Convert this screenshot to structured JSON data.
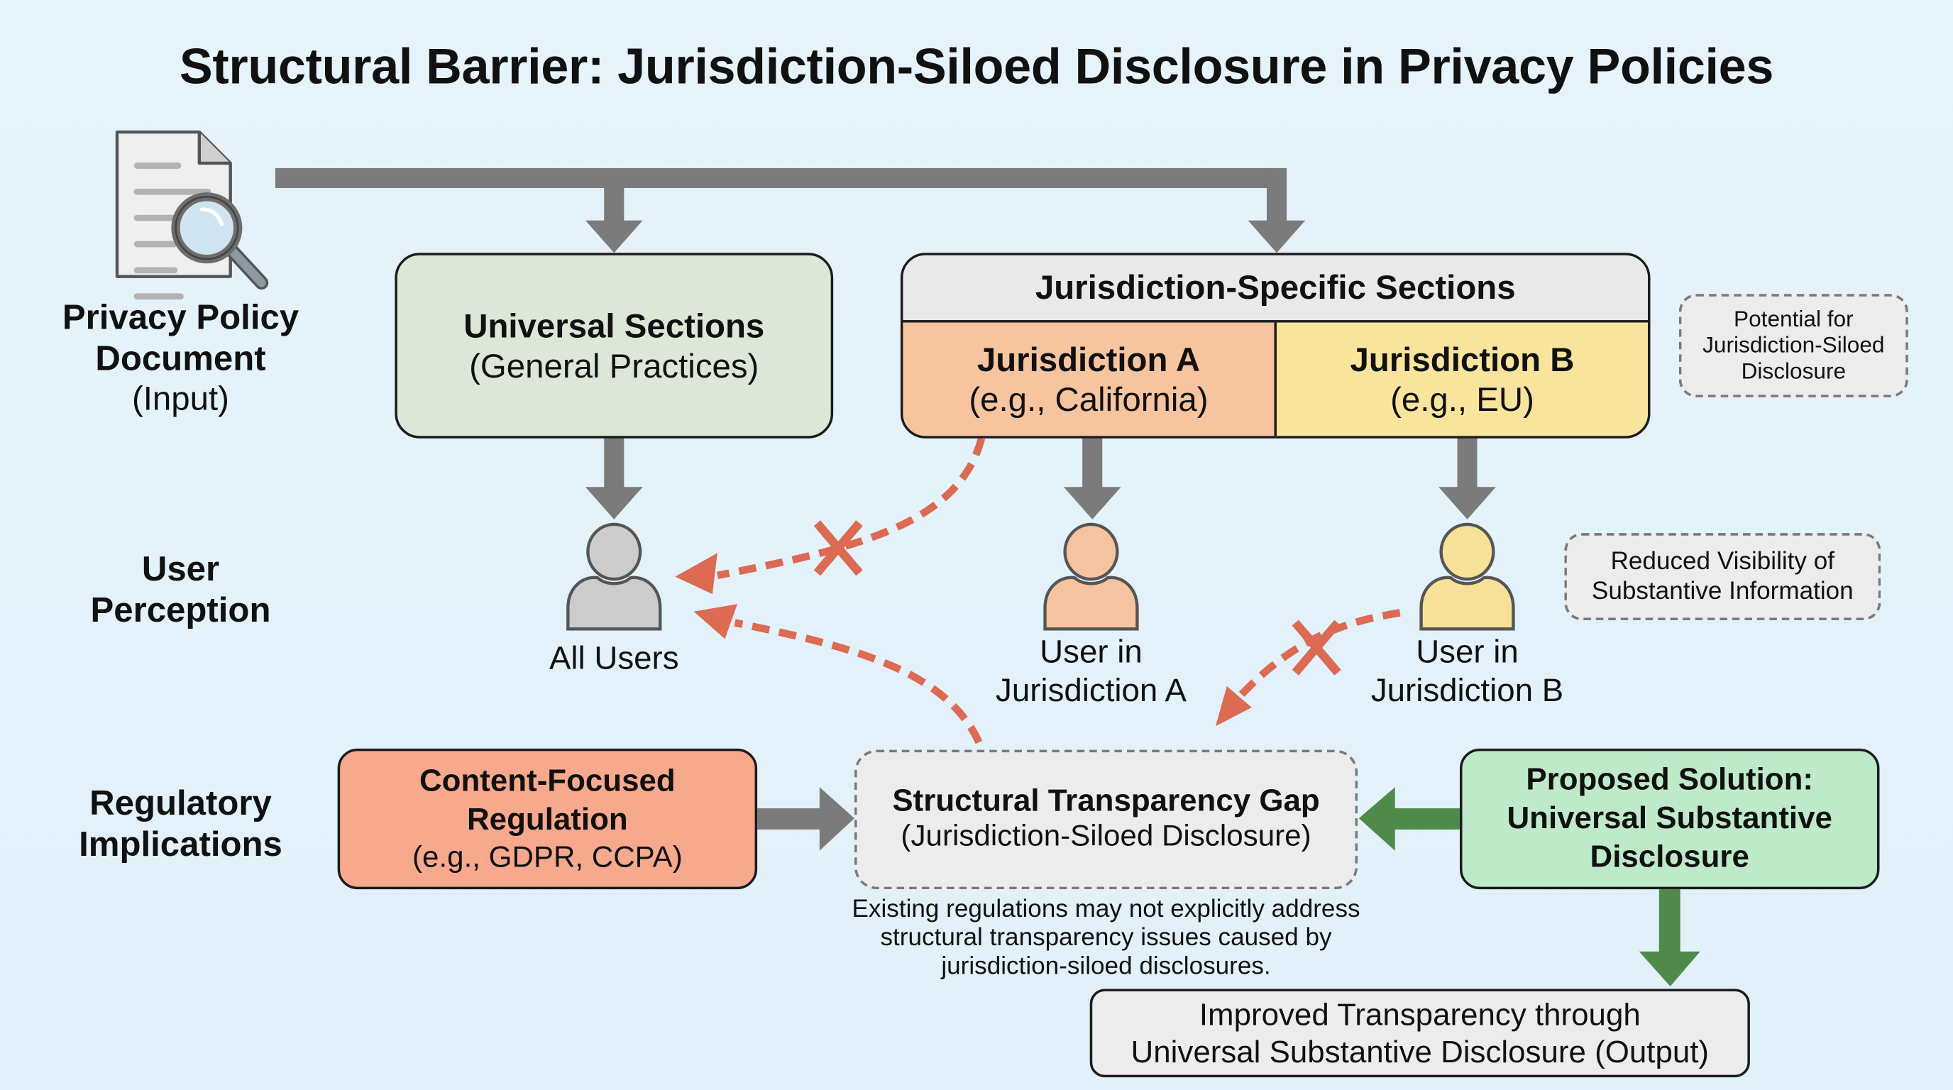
{
  "title": "Structural Barrier: Jurisdiction-Siloed Disclosure in Privacy Policies",
  "input": {
    "icon": "document-magnifier-icon",
    "label_line1": "Privacy Policy",
    "label_line2": "Document",
    "label_sub": "(Input)"
  },
  "row_labels": {
    "user_perception": [
      "User",
      "Perception"
    ],
    "regulatory_implications": [
      "Regulatory",
      "Implications"
    ]
  },
  "universal_sections": {
    "title": "Universal Sections",
    "subtitle": "(General Practices)"
  },
  "jurisdiction_sections": {
    "header": "Jurisdiction-Specific Sections",
    "a": {
      "title": "Jurisdiction A",
      "subtitle": "(e.g., California)"
    },
    "b": {
      "title": "Jurisdiction B",
      "subtitle": "(e.g., EU)"
    }
  },
  "annotations": {
    "siloed_potential": [
      "Potential for",
      "Jurisdiction-Siloed",
      "Disclosure"
    ],
    "reduced_visibility": [
      "Reduced Visibility of",
      "Substantive Information"
    ]
  },
  "users": {
    "all": {
      "label": "All Users",
      "icon": "user-icon"
    },
    "a": {
      "label_line1": "User in",
      "label_line2": "Jurisdiction A",
      "icon": "user-icon"
    },
    "b": {
      "label_line1": "User in",
      "label_line2": "Jurisdiction B",
      "icon": "user-icon"
    }
  },
  "regulation": {
    "line1": "Content-Focused",
    "line2": "Regulation",
    "sub": "(e.g., GDPR, CCPA)"
  },
  "gap": {
    "title": "Structural Transparency Gap",
    "subtitle": "(Jurisdiction-Siloed Disclosure)",
    "note": [
      "Existing regulations may not explicitly address",
      "structural transparency issues caused by",
      "jurisdiction-siloed disclosures."
    ]
  },
  "solution": {
    "lines": [
      "Proposed Solution:",
      "Universal Substantive",
      "Disclosure"
    ]
  },
  "output": {
    "lines": [
      "Improved Transparency through",
      "Universal Substantive Disclosure (Output)"
    ]
  },
  "colors": {
    "background": "#e4f2fa",
    "universal_fill": "#dde7d8",
    "header_fill": "#e9e9e9",
    "jurisdiction_a_fill": "#f7c4a0",
    "jurisdiction_b_fill": "#f8e49d",
    "regulation_fill": "#f7a98e",
    "solution_fill": "#bfeac9",
    "output_fill": "#ececec",
    "arrow_gray": "#7b7b7b",
    "arrow_green": "#4f8a4a",
    "blocked_red": "#dd6a52",
    "user_all": "#cccccc",
    "user_a": "#f6c3a0",
    "user_b": "#f7e098"
  }
}
